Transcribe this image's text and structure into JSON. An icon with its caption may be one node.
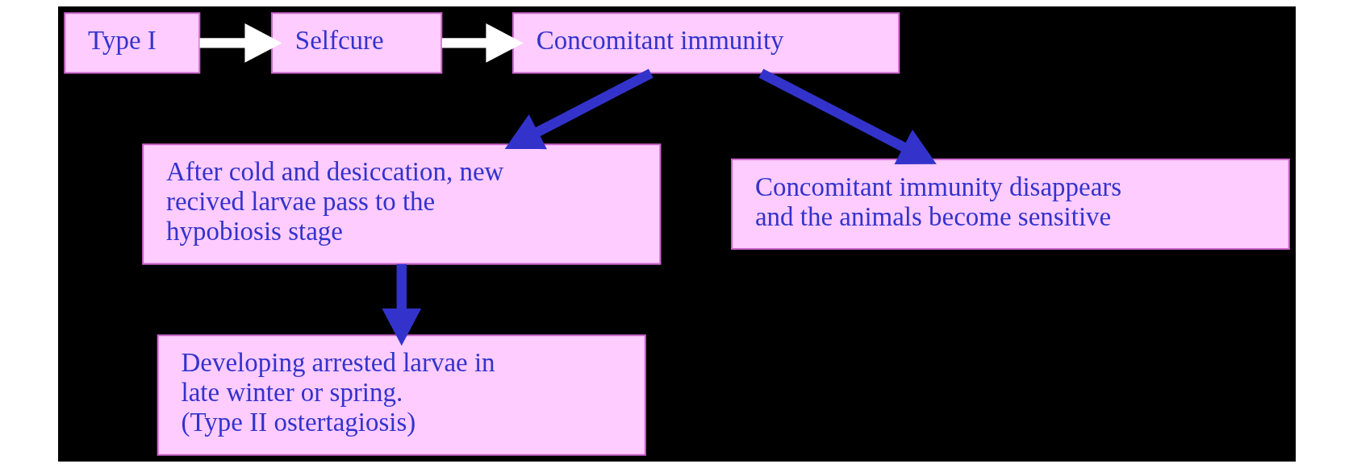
{
  "diagram": {
    "nodes": [
      {
        "text": [
          "Type I"
        ]
      },
      {
        "text": [
          "Selfcure"
        ]
      },
      {
        "text": [
          "Concomitant immunity"
        ]
      },
      {
        "text": [
          "After cold and desiccation, new recived larvae pass to the hypobiosis stage"
        ]
      },
      {
        "text": [
          "Concomitant immunity disappears and the animals become sensitive"
        ]
      },
      {
        "text": [
          "Developing arrested larvae in late winter or spring.",
          "(Type II ostertagiosis)"
        ]
      }
    ],
    "edges": [
      {
        "from": 0,
        "to": 1,
        "arrow": "to",
        "color": "#ffffff"
      },
      {
        "from": 1,
        "to": 2,
        "arrow": "to",
        "color": "#ffffff"
      },
      {
        "from": 2,
        "to": 3,
        "arrow": "to"
      },
      {
        "from": 2,
        "to": 4,
        "arrow": "to"
      },
      {
        "from": 3,
        "to": 5,
        "arrow": "to"
      }
    ]
  }
}
